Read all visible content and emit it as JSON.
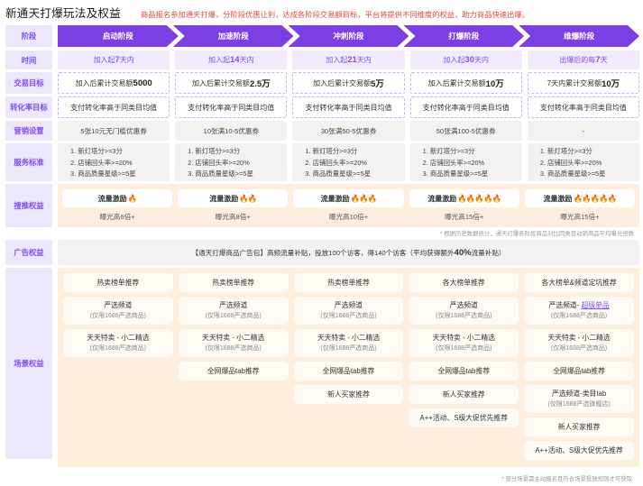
{
  "header": {
    "title": "新通天打爆玩法及权益",
    "subtitle": "商品报名参加通天打爆，分阶段优惠让利，达成各阶段交易额目标，平台将提供不同维度的权益，助力商品快速出爆。"
  },
  "row_labels": {
    "phase": "阶段",
    "time": "时间",
    "trade_goal": "交易目标",
    "conversion_goal": "转化率目标",
    "marketing": "营销设置",
    "service": "服务标准",
    "search_rec": "搜推权益",
    "ad": "广告权益",
    "scene": "场景权益"
  },
  "phases": [
    "启动阶段",
    "加速阶段",
    "冲刺阶段",
    "打爆阶段",
    "维爆阶段"
  ],
  "time": [
    {
      "pre": "加入起",
      "num": "7",
      "post": "天内"
    },
    {
      "pre": "加入起",
      "num": "14",
      "post": "天内"
    },
    {
      "pre": "加入起",
      "num": "21",
      "post": "天内"
    },
    {
      "pre": "加入起",
      "num": "30",
      "post": "天内"
    },
    {
      "pre": "出爆后的每",
      "num": "7",
      "post": "天"
    }
  ],
  "trade_goal": [
    {
      "pre": "加入后累计交易额",
      "num": "5000",
      "post": ""
    },
    {
      "pre": "加入后累计交易额",
      "num": "2.5万",
      "post": ""
    },
    {
      "pre": "加入后累计交易额",
      "num": "5万",
      "post": ""
    },
    {
      "pre": "加入后累计交易额",
      "num": "10万",
      "post": ""
    },
    {
      "pre": "7天内累计交易额",
      "num": "10万",
      "post": ""
    }
  ],
  "conversion_goal": [
    "支付转化率高于同类目均值",
    "支付转化率高于同类目均值",
    "支付转化率高于同类目均值",
    "支付转化率高于同类目均值",
    "支付转化率高于同类目均值"
  ],
  "marketing": [
    "5张10元无门槛优惠券",
    "10张满10-5优惠券",
    "30张满50-5优惠券",
    "50张满100-5优惠券",
    "-"
  ],
  "service": [
    "1. 新灯塔分>=3分\n2. 店铺回头率>=20%\n3. 商品质量星级>=5星",
    "1. 新灯塔分>=3分\n2. 店铺回头率>=20%\n3. 商品质量星级>=5星",
    "1. 新灯塔分>=3分\n2. 店铺回头率>=20%\n3. 商品质量星级>=5星",
    "1. 新灯塔分>=3分\n2. 店铺回头率>=20%\n3. 商品质量星级>=5星",
    "1. 新灯塔分>=3分\n2. 店铺回头率>=20%\n3. 商品质量星级>=5星"
  ],
  "traffic": {
    "label": "流量激励",
    "items": [
      {
        "flames": "🔥",
        "sub": "曝光高6倍+"
      },
      {
        "flames": "🔥🔥",
        "sub": "曝光高8倍+"
      },
      {
        "flames": "🔥🔥🔥",
        "sub": "曝光高10倍+"
      },
      {
        "flames": "🔥🔥🔥🔥🔥",
        "sub": "曝光高15倍+"
      },
      {
        "flames": "🔥🔥🔥🔥🔥",
        "sub": "曝光高15倍+"
      }
    ],
    "note": "* 根据历史数据统计，通天打爆各阶段商品对比同类目动销商品平均曝光倍数"
  },
  "ad": {
    "pre": "【通天打爆商品广告包】高频流量补贴，投放100个访客，得140个访客（平均获得额外",
    "num": "40%",
    "post": "流量补贴）"
  },
  "scene": {
    "columns": [
      [
        {
          "main": "热卖榜单推荐"
        },
        {
          "main": "严选频道",
          "sub": "(仅限1688严选商品)"
        },
        {
          "main": "天天特卖 - 小二精选",
          "sub": "(仅限1688严选商品)"
        }
      ],
      [
        {
          "main": "热卖榜单推荐"
        },
        {
          "main": "严选频道",
          "sub": "(仅限1688严选商品)"
        },
        {
          "main": "天天特卖 - 小二精选",
          "sub": "(仅限1688严选商品)"
        },
        {
          "main": "全网爆品tab推荐"
        }
      ],
      [
        {
          "main": "热卖榜单推荐"
        },
        {
          "main": "严选频道",
          "sub": "(仅限1688严选商品)"
        },
        {
          "main": "天天特卖 - 小二精选",
          "sub": "(仅限1688严选商品)"
        },
        {
          "main": "全网爆品tab推荐"
        },
        {
          "main": "新人买家推荐"
        }
      ],
      [
        {
          "main": "各大榜单推荐"
        },
        {
          "main": "严选频道",
          "sub": "(仅限1688严选商品)"
        },
        {
          "main": "天天特卖 - 小二精选",
          "sub": "(仅限1688严选商品)"
        },
        {
          "main": "全网爆品tab推荐"
        },
        {
          "main": "新人买家推荐"
        },
        {
          "main": "A++活动、S级大促优先推荐"
        }
      ],
      [
        {
          "main": "各大榜单&频道定坑推荐"
        },
        {
          "main": "严选频道- ",
          "highlight": "超级单品",
          "sub": "(仅限1688严选商品)"
        },
        {
          "main": "天天特卖 - 小二精选",
          "sub": "(仅限1688严选商品)"
        },
        {
          "main": "全网爆品tab推荐"
        },
        {
          "main": "严选频道-类目tab",
          "sub": "(仅限1688严选旗舰店)"
        },
        {
          "main": "新人买家推荐"
        },
        {
          "main": "A++活动、S级大促优先推荐"
        }
      ]
    ],
    "footnote": "* 部分场景需主动报名且符合场景投放规则才可获取"
  },
  "colors": {
    "brand_purple": "#7b3fe4",
    "label_purple": "#7c4dff",
    "label_bg": "#ece7fb",
    "warm_bg": "#fdeedd",
    "alert_red": "#e8453c"
  }
}
